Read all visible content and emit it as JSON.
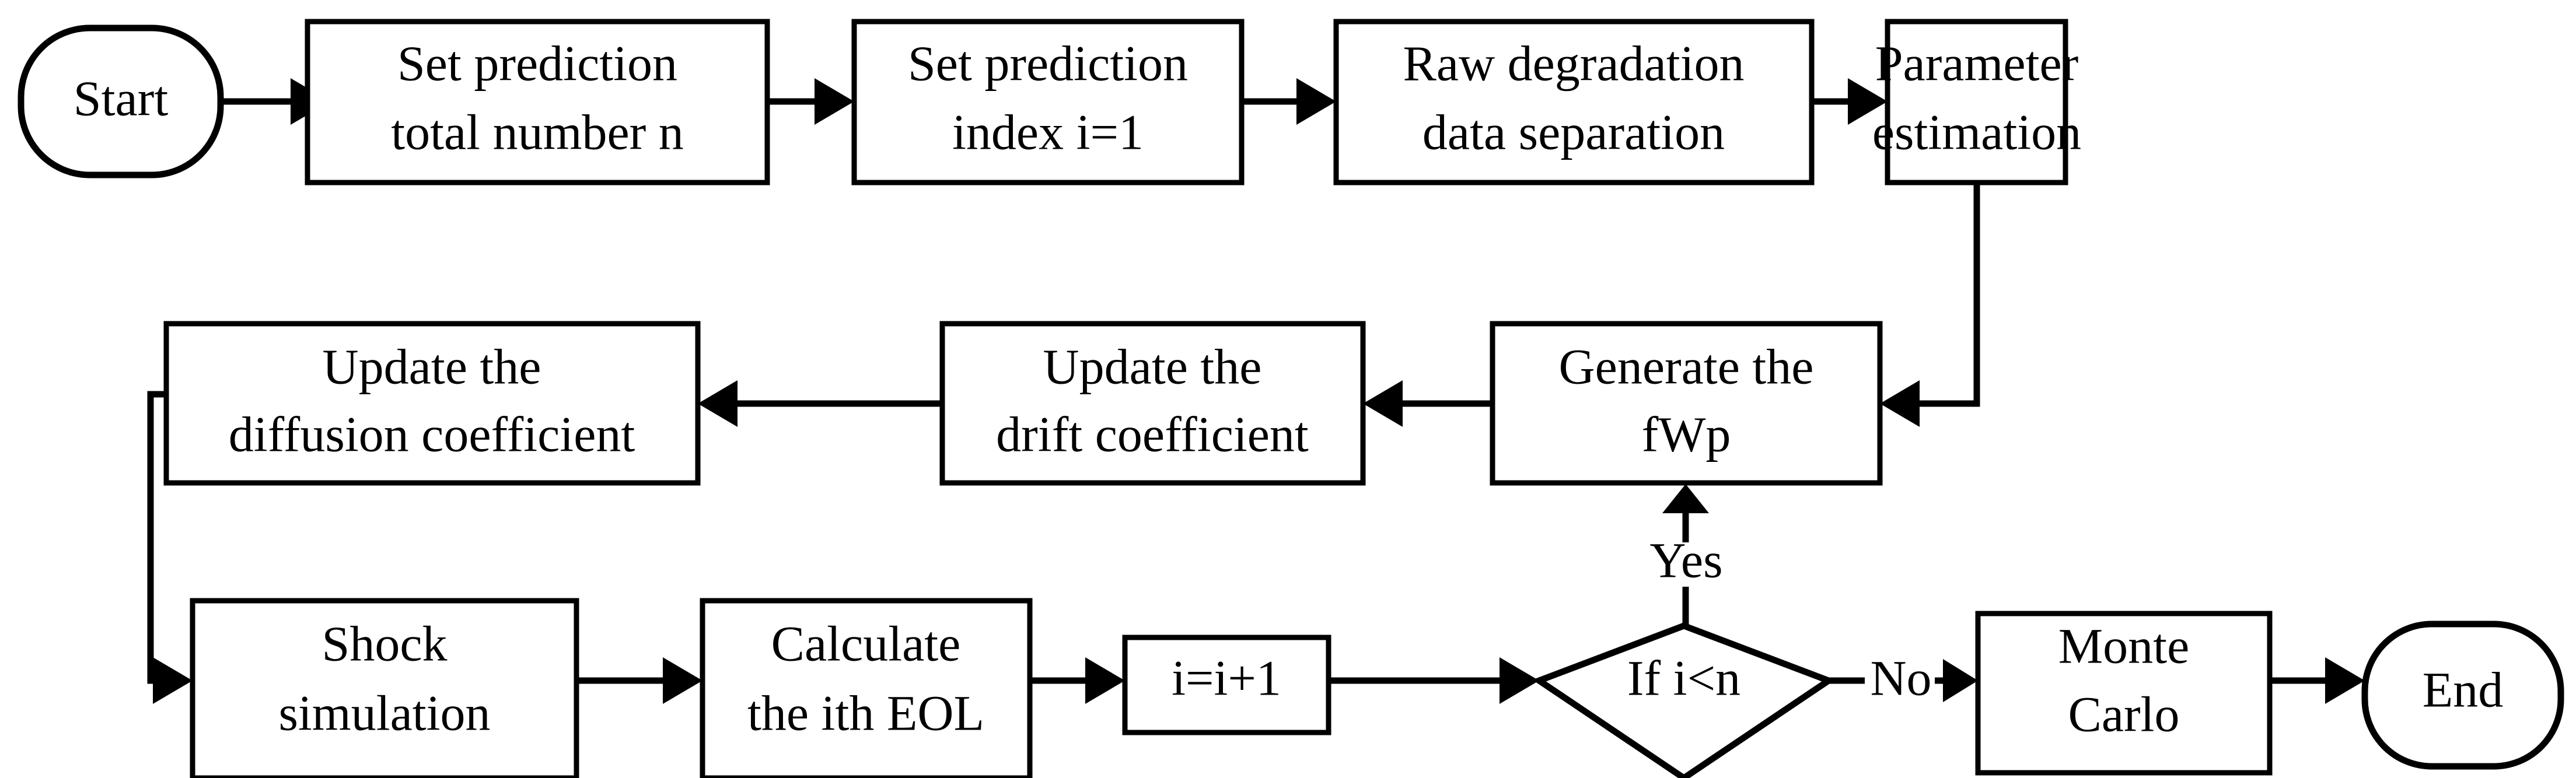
{
  "diagram": {
    "title": "Degradation prediction Monte Carlo flowchart",
    "type": "flowchart",
    "colors": {
      "stroke": "#000000",
      "fill": "#ffffff",
      "text": "#000000"
    },
    "nodes": [
      {
        "id": "start",
        "shape": "terminator",
        "label": "Start",
        "lines": [
          "Start"
        ]
      },
      {
        "id": "set_total",
        "shape": "process",
        "label": "Set prediction total number n",
        "lines": [
          "Set prediction",
          "total number n"
        ]
      },
      {
        "id": "set_index",
        "shape": "process",
        "label": "Set prediction index i=1",
        "lines": [
          "Set prediction",
          "index i=1"
        ]
      },
      {
        "id": "raw_sep",
        "shape": "process",
        "label": "Raw degradation data separation",
        "lines": [
          "Raw degradation",
          "data separation"
        ]
      },
      {
        "id": "param_est",
        "shape": "process",
        "label": "Parameter estimation",
        "lines": [
          "Parameter",
          "estimation"
        ]
      },
      {
        "id": "gen_fwp",
        "shape": "process",
        "label": "Generate the fWp",
        "lines": [
          "Generate the",
          "fWp"
        ]
      },
      {
        "id": "upd_drift",
        "shape": "process",
        "label": "Update the drift coefficient",
        "lines": [
          "Update the",
          "drift coefficient"
        ]
      },
      {
        "id": "upd_diff",
        "shape": "process",
        "label": "Update the diffusion coefficient",
        "lines": [
          "Update the",
          "diffusion coefficient"
        ]
      },
      {
        "id": "shock",
        "shape": "process",
        "label": "Shock simulation",
        "lines": [
          "Shock",
          "simulation"
        ]
      },
      {
        "id": "calc_eol",
        "shape": "process",
        "label": "Calculate the ith EOL",
        "lines": [
          "Calculate",
          "the ith EOL"
        ]
      },
      {
        "id": "incr",
        "shape": "process",
        "label": "i=i+1",
        "lines": [
          "i=i+1"
        ]
      },
      {
        "id": "decision",
        "shape": "decision",
        "label": "If i<n",
        "lines": [
          "If i<n"
        ]
      },
      {
        "id": "monte",
        "shape": "process",
        "label": "Monte Carlo",
        "lines": [
          "Monte",
          "Carlo"
        ]
      },
      {
        "id": "end",
        "shape": "terminator",
        "label": "End",
        "lines": [
          "End"
        ]
      }
    ],
    "edge_labels": [
      {
        "id": "yes_label",
        "text": "Yes",
        "from": "decision",
        "to": "gen_fwp"
      },
      {
        "id": "no_label",
        "text": "No",
        "from": "decision",
        "to": "monte"
      }
    ],
    "edges": [
      {
        "from": "start",
        "to": "set_total",
        "label": ""
      },
      {
        "from": "set_total",
        "to": "set_index",
        "label": ""
      },
      {
        "from": "set_index",
        "to": "raw_sep",
        "label": ""
      },
      {
        "from": "raw_sep",
        "to": "param_est",
        "label": ""
      },
      {
        "from": "param_est",
        "to": "gen_fwp",
        "label": ""
      },
      {
        "from": "gen_fwp",
        "to": "upd_drift",
        "label": ""
      },
      {
        "from": "upd_drift",
        "to": "upd_diff",
        "label": ""
      },
      {
        "from": "upd_diff",
        "to": "shock",
        "label": ""
      },
      {
        "from": "shock",
        "to": "calc_eol",
        "label": ""
      },
      {
        "from": "calc_eol",
        "to": "incr",
        "label": ""
      },
      {
        "from": "incr",
        "to": "decision",
        "label": ""
      },
      {
        "from": "decision",
        "to": "gen_fwp",
        "label": "Yes"
      },
      {
        "from": "decision",
        "to": "monte",
        "label": "No"
      },
      {
        "from": "monte",
        "to": "end",
        "label": ""
      }
    ]
  }
}
